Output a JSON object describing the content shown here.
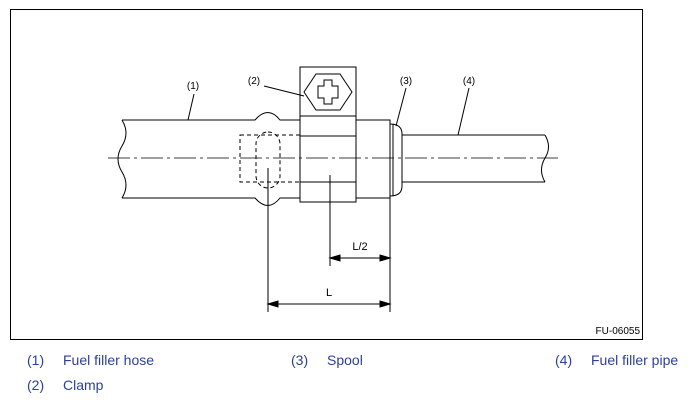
{
  "figure": {
    "code": "FU-06055",
    "callouts": [
      "(1)",
      "(2)",
      "(3)",
      "(4)"
    ],
    "dimensions": {
      "half_length": "L/2",
      "length": "L"
    }
  },
  "legend": [
    {
      "number": "(1)",
      "label": "Fuel filler hose"
    },
    {
      "number": "(2)",
      "label": "Clamp"
    },
    {
      "number": "(3)",
      "label": "Spool"
    },
    {
      "number": "(4)",
      "label": "Fuel filler pipe"
    }
  ],
  "colors": {
    "legend_text": "#2b3fa0",
    "line": "#000000"
  }
}
